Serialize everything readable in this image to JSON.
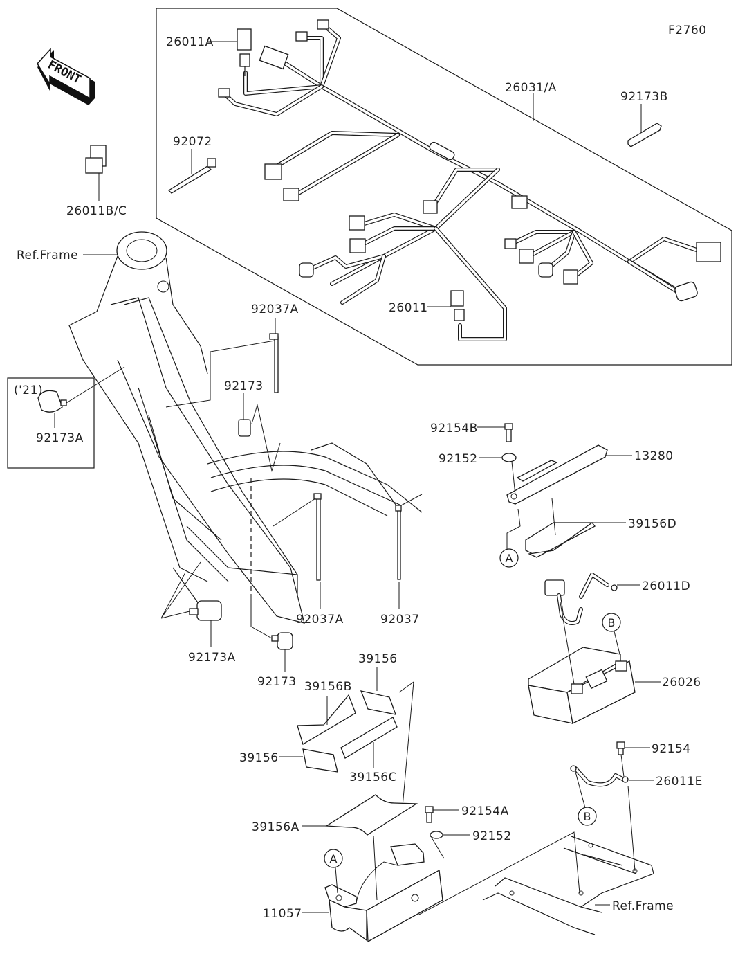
{
  "figure_code": "F2760",
  "front_arrow": {
    "label": "FRONT",
    "icon": "front-direction-arrow-icon"
  },
  "callouts": {
    "ref_frame_top": "Ref.Frame",
    "ref_frame_bottom": "Ref.Frame",
    "p26011A": "26011A",
    "p26011BC": "26011B/C",
    "p92072": "92072",
    "p26031A": "26031/A",
    "p92173B": "92173B",
    "p26011": "26011",
    "p92037A_top": "92037A",
    "p92173_top": "92173",
    "year_box": "('21)",
    "p92173A_box": "92173A",
    "p92173A": "92173A",
    "p92173_bottom": "92173",
    "p92037A_bottom": "92037A",
    "p92037": "92037",
    "p92154B": "92154B",
    "p92152_top": "92152",
    "p13280": "13280",
    "p39156D": "39156D",
    "p26011D": "26011D",
    "p26026": "26026",
    "p92154": "92154",
    "p26011E": "26011E",
    "p39156_top": "39156",
    "p39156B": "39156B",
    "p39156_left": "39156",
    "p39156C": "39156C",
    "p39156A": "39156A",
    "p92154A": "92154A",
    "p92152_bottom": "92152",
    "p11057": "11057"
  },
  "reference_markers": {
    "A_upper": "A",
    "A_lower": "A",
    "B_upper": "B",
    "B_lower": "B"
  }
}
